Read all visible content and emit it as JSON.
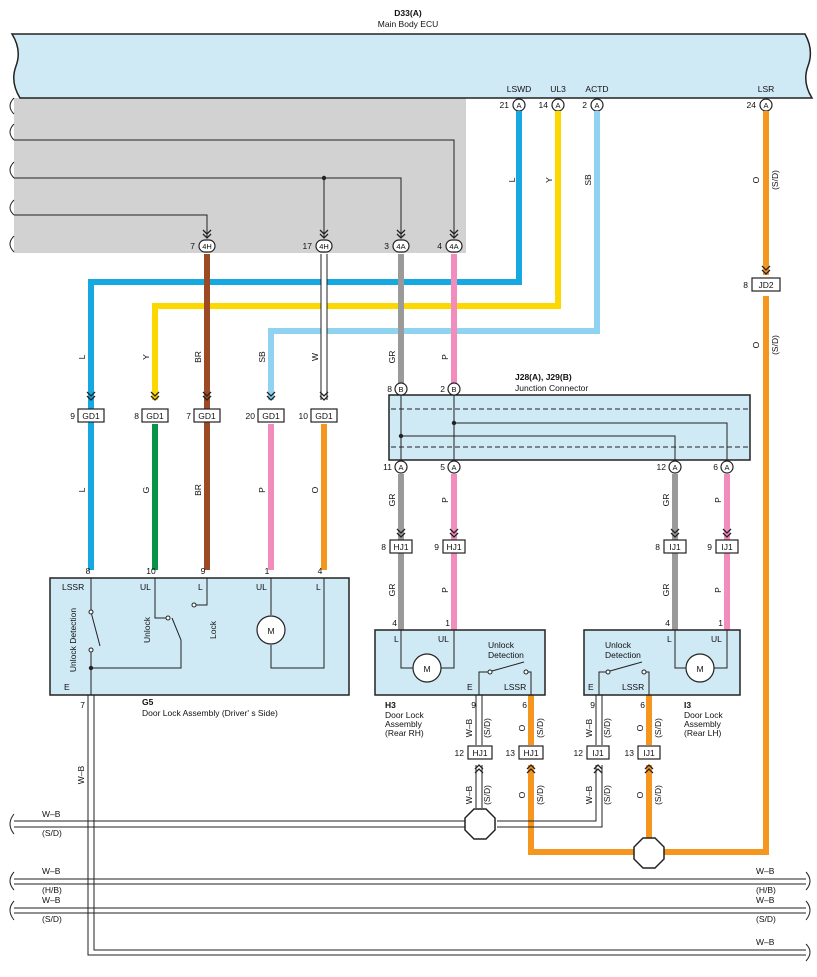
{
  "ecu": {
    "id": "D33(A)",
    "name": "Main Body ECU",
    "pins": [
      {
        "name": "LSWD",
        "num": "21",
        "conn": "A"
      },
      {
        "name": "UL3",
        "num": "14",
        "conn": "A"
      },
      {
        "name": "ACTD",
        "num": "2",
        "conn": "A"
      },
      {
        "name": "LSR",
        "num": "24",
        "conn": "A"
      }
    ]
  },
  "colors": {
    "L": "#16a8e0",
    "Y": "#fcd800",
    "SB": "#8fd3f0",
    "O": "#f5961e",
    "BR": "#9c4a26",
    "GR": "#9a9a9a",
    "P": "#f28cbd",
    "G": "#0a9448",
    "W": "#ffffff",
    "WB": "#ffffff",
    "ecu_fill": "#cfe9f5",
    "gray_area": "#d2d2d2"
  },
  "wire_codes": {
    "L": "L",
    "Y": "Y",
    "SB": "SB",
    "O": "O",
    "SD": "(S/D)",
    "BR": "BR",
    "W": "W",
    "GR": "GR",
    "P": "P",
    "G": "G",
    "WB": "W–B",
    "HB": "(H/B)"
  },
  "ground": {
    "num": "7"
  },
  "ecu_inlines": [
    {
      "num": "7",
      "conn": "4H"
    },
    {
      "num": "17",
      "conn": "4H"
    },
    {
      "num": "3",
      "conn": "4A"
    },
    {
      "num": "4",
      "conn": "4A"
    }
  ],
  "jd2": {
    "num": "8",
    "conn": "JD2"
  },
  "gd1": [
    {
      "num": "9",
      "conn": "GD1"
    },
    {
      "num": "8",
      "conn": "GD1"
    },
    {
      "num": "7",
      "conn": "GD1"
    },
    {
      "num": "20",
      "conn": "GD1"
    },
    {
      "num": "10",
      "conn": "GD1"
    }
  ],
  "junction": {
    "title": "J28(A), J29(B)",
    "subtitle": "Junction Connector",
    "top_pins": [
      {
        "num": "8",
        "conn": "B"
      },
      {
        "num": "2",
        "conn": "B"
      }
    ],
    "bottom_pins": [
      {
        "num": "11",
        "conn": "A"
      },
      {
        "num": "5",
        "conn": "A"
      },
      {
        "num": "12",
        "conn": "A"
      },
      {
        "num": "6",
        "conn": "A"
      }
    ]
  },
  "hj1_top": [
    {
      "num": "8",
      "conn": "HJ1"
    },
    {
      "num": "9",
      "conn": "HJ1"
    }
  ],
  "ij1_top": [
    {
      "num": "8",
      "conn": "IJ1"
    },
    {
      "num": "9",
      "conn": "IJ1"
    }
  ],
  "g5": {
    "id": "G5",
    "name": "Door Lock Assembly (Driver' s Side)",
    "pins": [
      {
        "num": "8",
        "label": "LSSR"
      },
      {
        "num": "10",
        "label": "UL"
      },
      {
        "num": "9",
        "label": "L"
      },
      {
        "num": "1",
        "label": "UL"
      },
      {
        "num": "4",
        "label": "L"
      }
    ],
    "e_label": "E",
    "unlock_det": "Unlock Detection",
    "unlock": "Unlock",
    "lock": "Lock",
    "motor": "M"
  },
  "h3": {
    "id": "H3",
    "name1": "Door Lock",
    "name2": "Assembly",
    "name3": "(Rear RH)",
    "top": [
      {
        "num": "4",
        "label": "L"
      },
      {
        "num": "1",
        "label": "UL"
      }
    ],
    "bot": [
      {
        "num": "9",
        "label": "E"
      },
      {
        "num": "6",
        "label": "LSSR"
      }
    ],
    "det1": "Unlock",
    "det2": "Detection",
    "motor": "M"
  },
  "i3": {
    "id": "I3",
    "name1": "Door Lock",
    "name2": "Assembly",
    "name3": "(Rear LH)",
    "top": [
      {
        "num": "4",
        "label": "L"
      },
      {
        "num": "1",
        "label": "UL"
      }
    ],
    "bot": [
      {
        "num": "9",
        "label": "E"
      },
      {
        "num": "6",
        "label": "LSSR"
      }
    ],
    "det1": "Unlock",
    "det2": "Detection",
    "motor": "M"
  },
  "hj1_bot": [
    {
      "num": "12",
      "conn": "HJ1"
    },
    {
      "num": "13",
      "conn": "HJ1"
    }
  ],
  "ij1_bot": [
    {
      "num": "12",
      "conn": "IJ1"
    },
    {
      "num": "13",
      "conn": "IJ1"
    }
  ]
}
